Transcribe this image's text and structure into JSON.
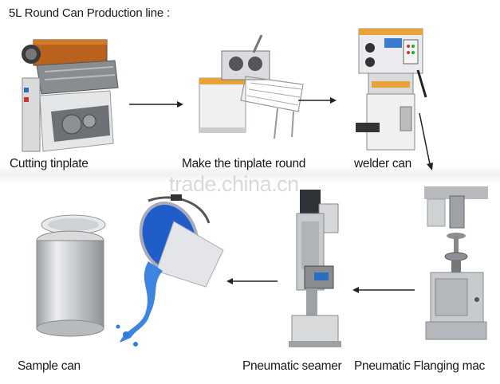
{
  "title": "5L Round Can Production line :",
  "watermark": "trade.china.cn",
  "steps": [
    {
      "label": "Cutting tinplate",
      "icon": "cutting-machine-icon"
    },
    {
      "label": "Make the tinplate round",
      "icon": "rounding-machine-icon"
    },
    {
      "label": "welder can",
      "icon": "welder-machine-icon"
    },
    {
      "label": "Pneumatic Flanging mac",
      "icon": "flanging-machine-icon"
    },
    {
      "label": "Pneumatic seamer",
      "icon": "seamer-machine-icon"
    },
    {
      "label": "Sample can",
      "icon": "sample-can-icon"
    }
  ],
  "colors": {
    "paint": "#1e5fd0",
    "metal": "#c9ccd0",
    "machine_orange": "#e5a33a",
    "arrow": "#222222"
  }
}
